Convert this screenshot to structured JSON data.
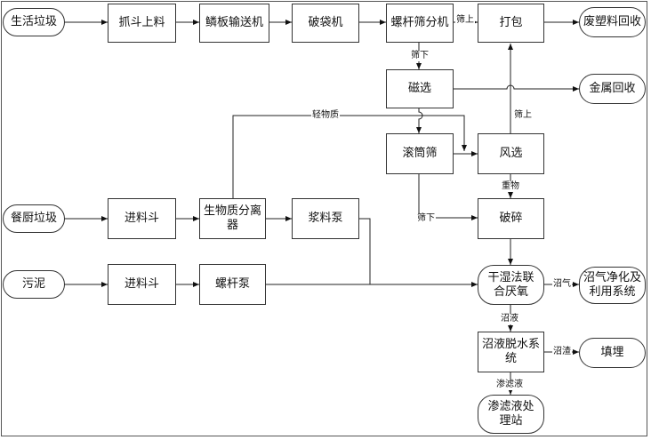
{
  "nodes": {
    "domestic_waste": "生活垃圾",
    "grab_bucket_feed": "抓斗上料",
    "apron_conveyor": "鳞板输送机",
    "bag_breaker": "破袋机",
    "screw_screen": "螺杆筛分机",
    "baling": "打包",
    "waste_plastic_recycle": "废塑料回收",
    "magnetic_separation": "磁选",
    "metal_recycle": "金属回收",
    "drum_screen": "滚筒筛",
    "air_separation": "风选",
    "kitchen_waste": "餐厨垃圾",
    "hopper_kitchen": "进料斗",
    "biomass_separator": "生物质分离器",
    "slurry_pump": "浆料泵",
    "crushing": "破碎",
    "sludge": "污泥",
    "hopper_sludge": "进料斗",
    "screw_pump": "螺杆泵",
    "anaerobic": "干湿法联合厌氧",
    "biogas_system": "沼气净化及利用系统",
    "digestate_dewater": "沼液脱水系统",
    "landfill": "填埋",
    "leachate_treatment": "渗滤液处理站"
  },
  "edge_labels": {
    "oversize_to_baling": "筛上",
    "undersize_to_magnet": "筛下",
    "light_matter": "轻物质",
    "oversize_air": "筛上",
    "heavy_matter": "重物",
    "undersize_drum": "筛下",
    "biogas": "沼气",
    "digestate": "沼液",
    "residue": "沼渣",
    "leachate": "渗滤液"
  }
}
